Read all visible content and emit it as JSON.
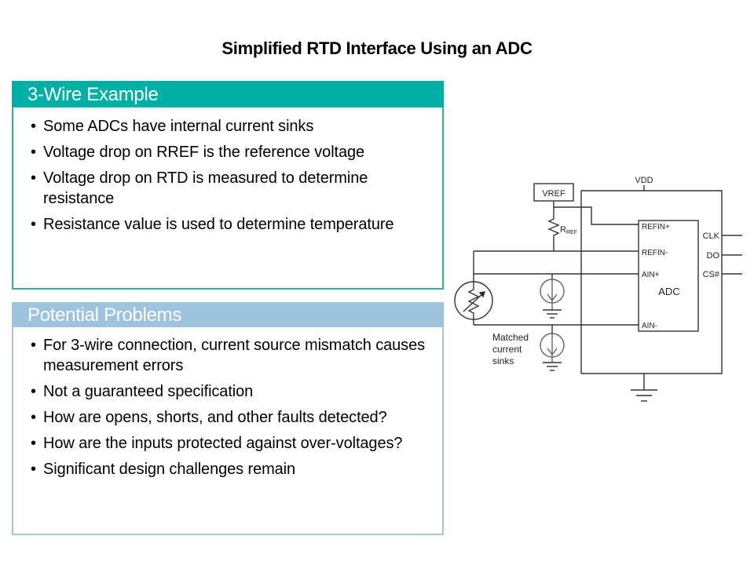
{
  "slide": {
    "title": "Simplified RTD Interface Using an ADC"
  },
  "panels": [
    {
      "heading": "3-Wire Example",
      "header_color": "#00b0a5",
      "bullets": [
        "Some ADCs have internal current sinks",
        "Voltage drop on RREF is the reference voltage",
        "Voltage drop on RTD is measured to determine resistance",
        "Resistance value is used to determine temperature"
      ]
    },
    {
      "heading": "Potential Problems",
      "header_color": "#9dc3df",
      "bullets": [
        "For 3-wire connection, current source mismatch causes measurement errors",
        "Not a guaranteed specification",
        "How are opens, shorts, and other faults detected?",
        "How are the inputs protected against over-voltages?",
        "Significant design challenges remain"
      ]
    }
  ],
  "bullet_glyph": "•",
  "schematic": {
    "vdd_label": "VDD",
    "vref_label": "VREF",
    "rref_label": "R",
    "rref_subscript": "REF",
    "adc_label": "ADC",
    "adc_pins_left": [
      "REFIN+",
      "REFIN-",
      "AIN+",
      "AIN-"
    ],
    "adc_pins_right": [
      "CLK",
      "DO",
      "CS#"
    ],
    "sink_caption": [
      "Matched",
      "current",
      "sinks"
    ]
  }
}
